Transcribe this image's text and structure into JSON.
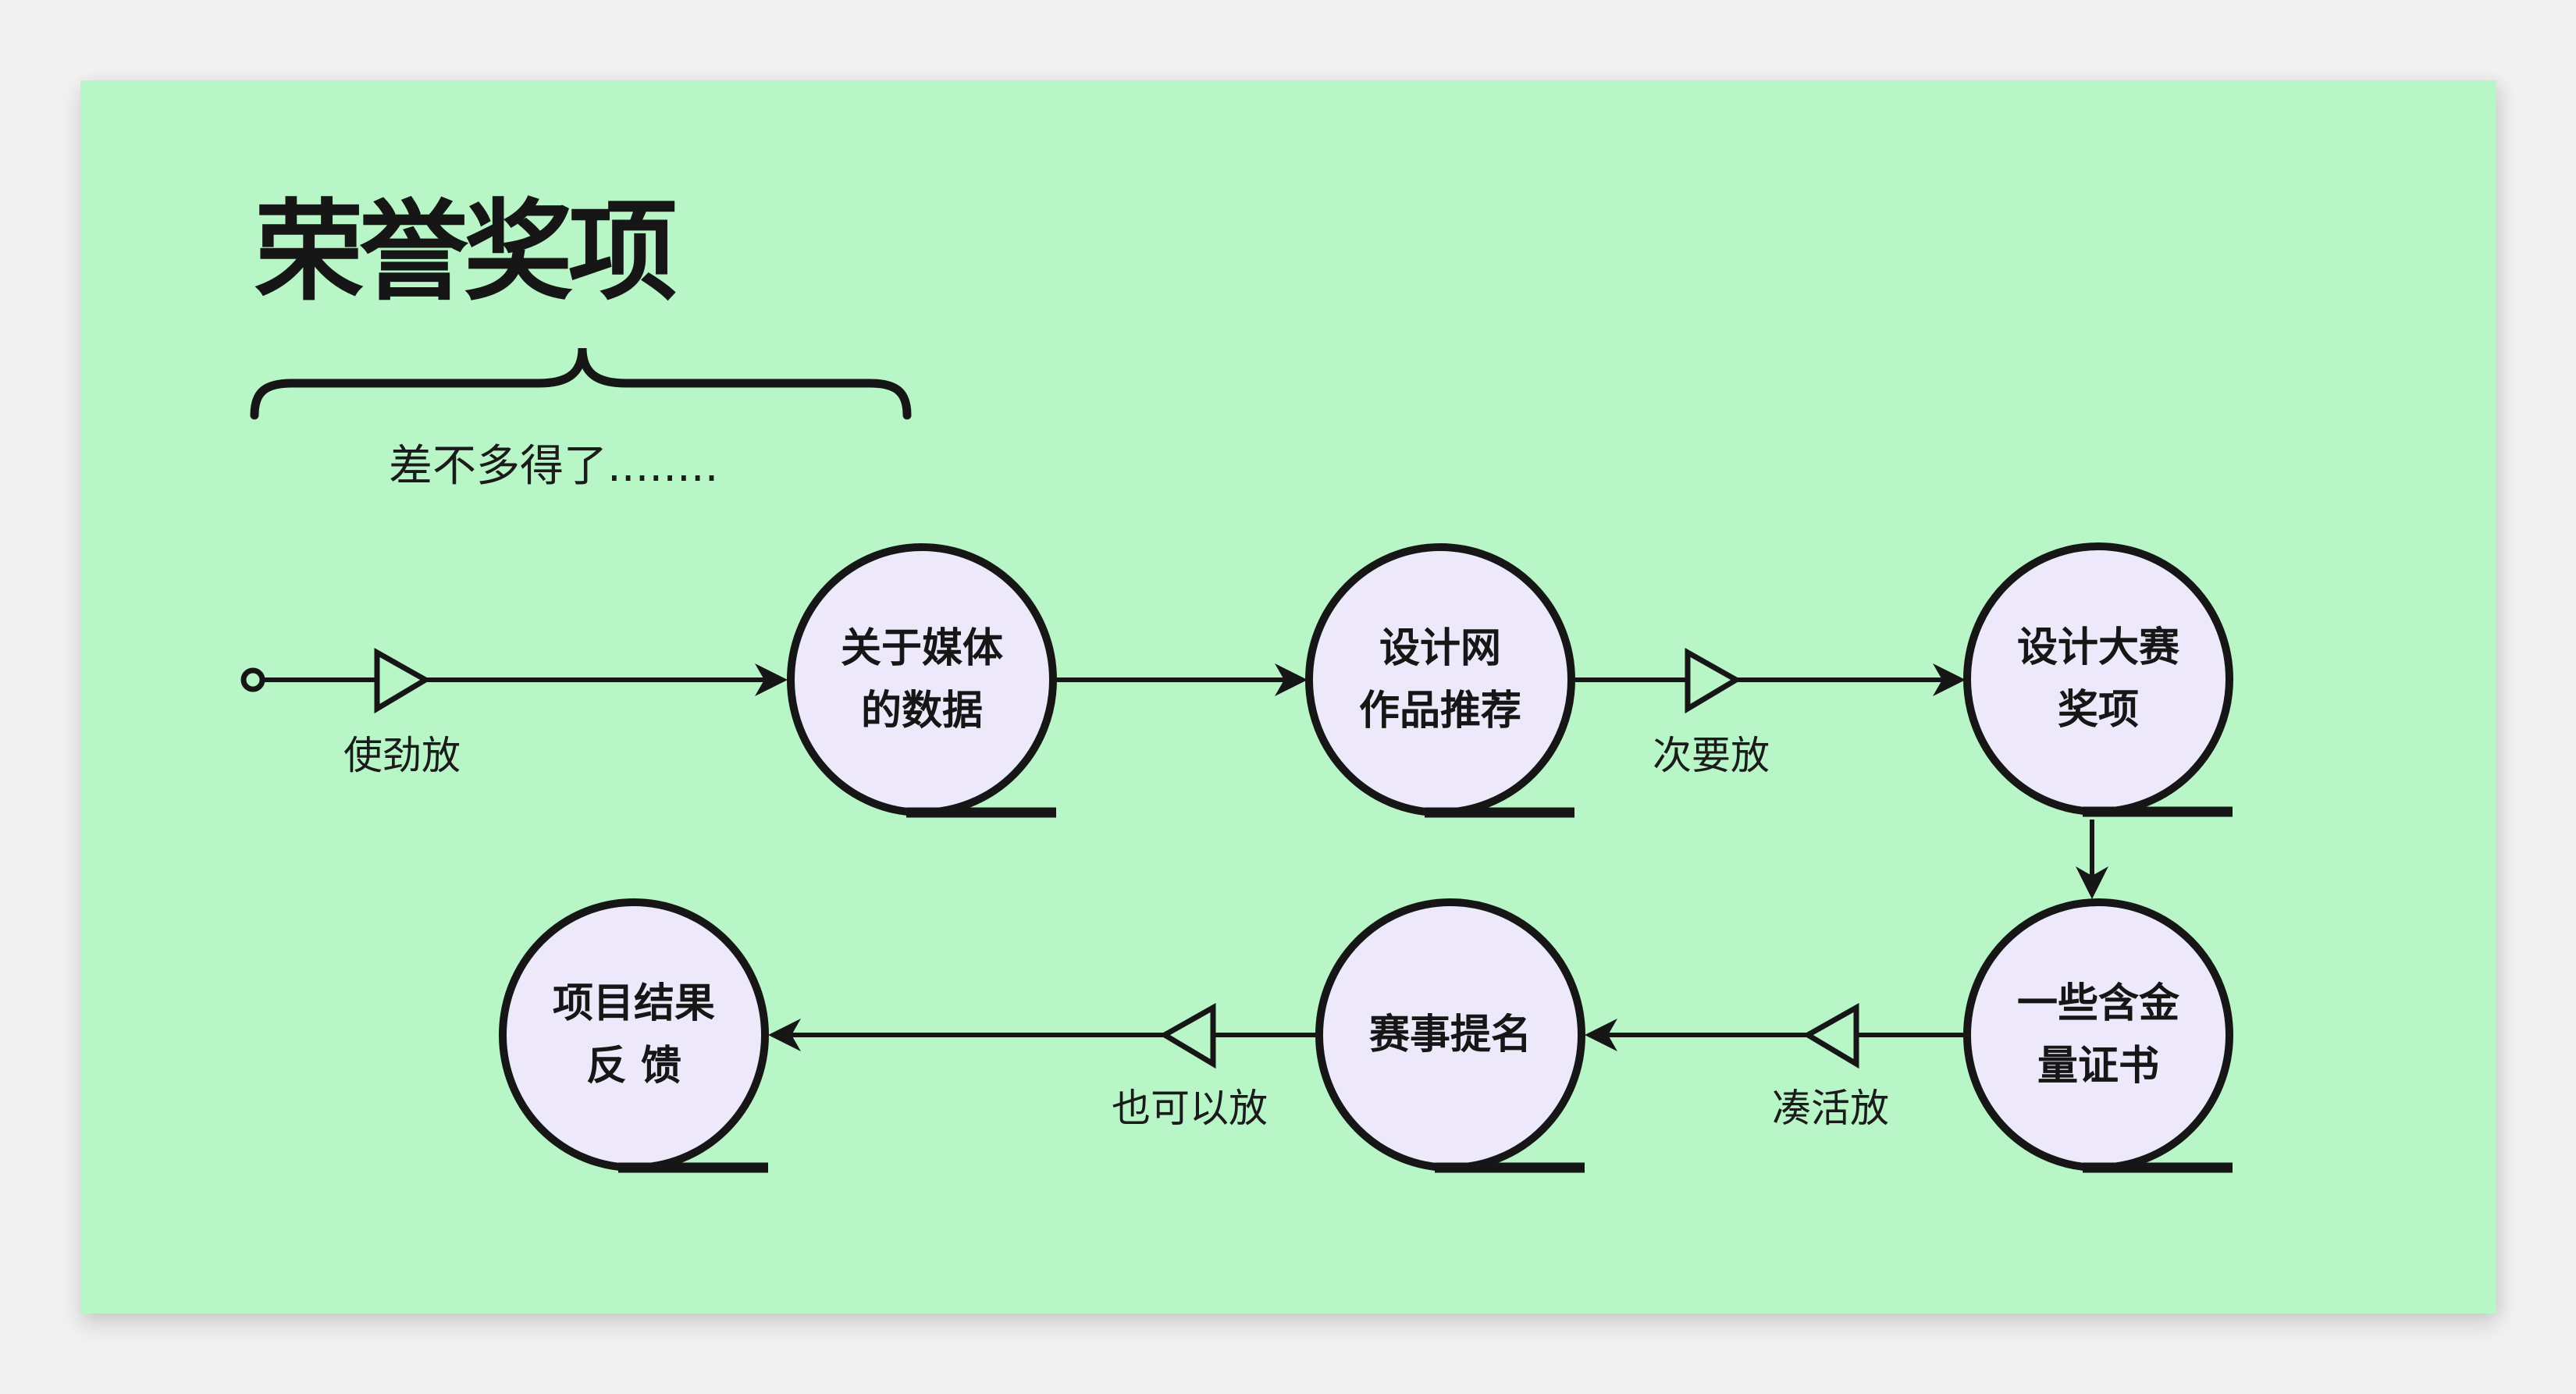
{
  "header": {
    "title": "荣誉奖项",
    "annotation": "差不多得了........"
  },
  "colors": {
    "outer_background": "#f0f1f0",
    "board_background": "#b9f6c7",
    "node_fill": "#ede9fb",
    "ink": "#161616"
  },
  "nodes": [
    {
      "id": "media-data",
      "line1": "关于媒体",
      "line2": "的数据"
    },
    {
      "id": "design-site-recommendation",
      "line1": "设计网",
      "line2": "作品推荐"
    },
    {
      "id": "design-contest-awards",
      "line1": "设计大赛",
      "line2": "奖项"
    },
    {
      "id": "valuable-certificates",
      "line1": "一些含金",
      "line2": "量证书"
    },
    {
      "id": "contest-nomination",
      "line1": "赛事提名"
    },
    {
      "id": "project-result-feedback",
      "line1": "项目结果",
      "line2": "反 馈"
    }
  ],
  "edges": [
    {
      "from": "start",
      "to": "media-data",
      "label": "使劲放",
      "marker": "hollow-triangle-right"
    },
    {
      "from": "media-data",
      "to": "design-site-recommendation",
      "label": "",
      "marker": "none"
    },
    {
      "from": "design-site-recommendation",
      "to": "design-contest-awards",
      "label": "次要放",
      "marker": "hollow-triangle-right"
    },
    {
      "from": "design-contest-awards",
      "to": "valuable-certificates",
      "label": "",
      "marker": "none"
    },
    {
      "from": "valuable-certificates",
      "to": "contest-nomination",
      "label": "凑活放",
      "marker": "hollow-triangle-left"
    },
    {
      "from": "contest-nomination",
      "to": "project-result-feedback",
      "label": "也可以放",
      "marker": "hollow-triangle-left"
    }
  ]
}
